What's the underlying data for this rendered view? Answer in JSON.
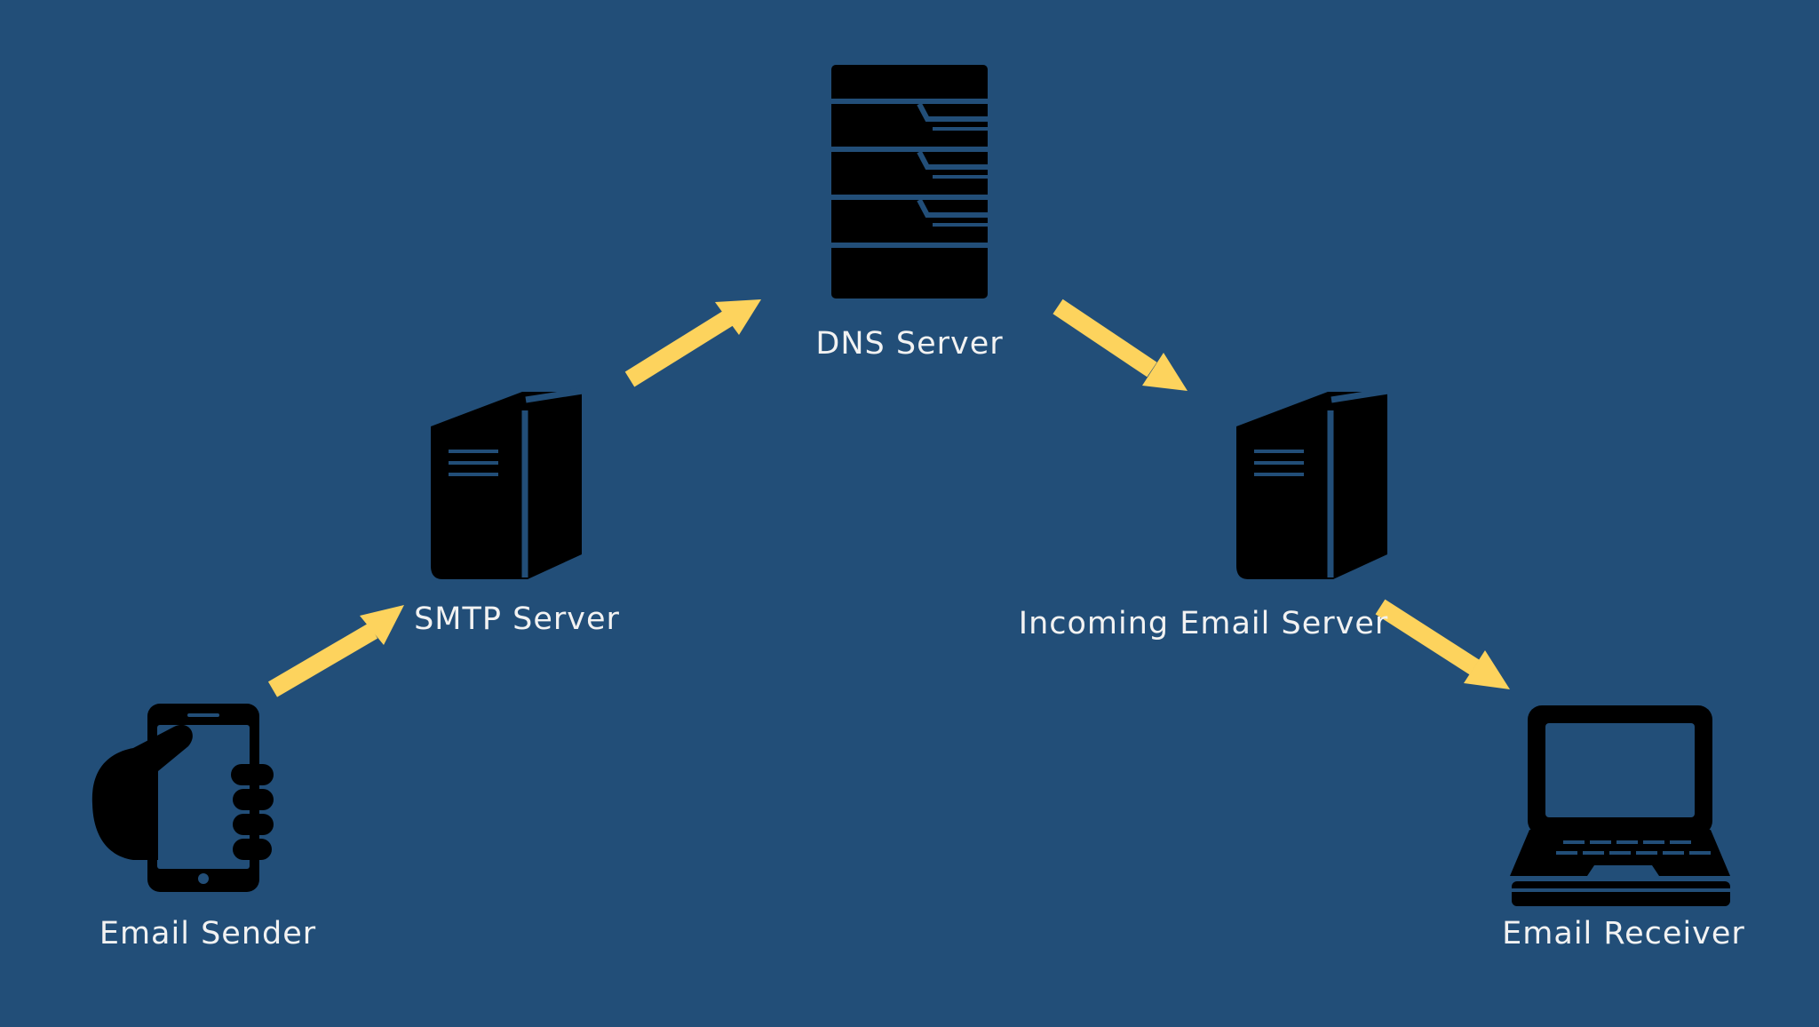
{
  "colors": {
    "background": "#224e78",
    "icon": "#000000",
    "arrow": "#fdd35d",
    "label": "#f2f2f2"
  },
  "nodes": {
    "sender": {
      "label": "Email Sender",
      "icon": "hand-holding-phone-icon"
    },
    "smtp": {
      "label": "SMTP Server",
      "icon": "server-tower-icon"
    },
    "dns": {
      "label": "DNS Server",
      "icon": "server-rack-icon"
    },
    "incoming": {
      "label": "Incoming Email Server",
      "icon": "server-tower-icon"
    },
    "receiver": {
      "label": "Email Receiver",
      "icon": "laptop-icon"
    }
  },
  "flow": [
    "sender",
    "smtp",
    "dns",
    "incoming",
    "receiver"
  ]
}
